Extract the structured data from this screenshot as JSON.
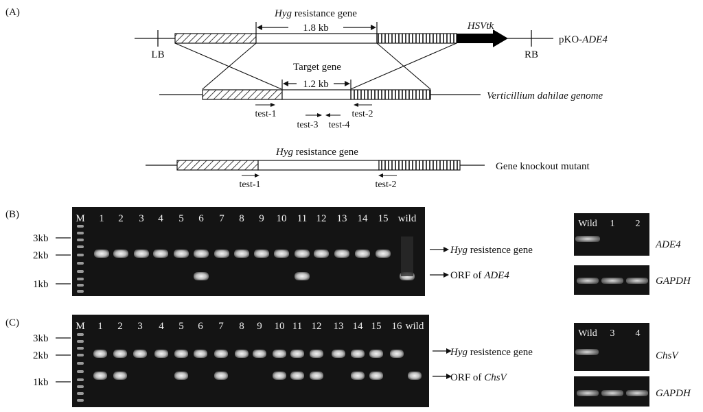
{
  "panels": {
    "a": "(A)",
    "b": "(B)",
    "c": "(C)"
  },
  "construct": {
    "hyg_title": "Hyg resistance gene",
    "size": "1.8 kb",
    "hsvtk": "HSVtk",
    "lb": "LB",
    "rb": "RB",
    "plasmid_prefix": "pKO-",
    "plasmid_gene": "ADE4"
  },
  "genome": {
    "title": "Target gene",
    "size": "1.2 kb",
    "name": "Verticillium dahilae genome",
    "primers": [
      "test-1",
      "test-2",
      "test-3",
      "test-4"
    ]
  },
  "mutant": {
    "title": "Hyg resistance gene",
    "name": "Gene knockout mutant",
    "primers": [
      "test-1",
      "test-2"
    ]
  },
  "gel_b": {
    "marker": "M",
    "lanes": [
      "1",
      "2",
      "3",
      "4",
      "5",
      "6",
      "7",
      "8",
      "9",
      "10",
      "11",
      "12",
      "13",
      "14",
      "15",
      "wild"
    ],
    "markers": [
      "3kb",
      "2kb",
      "1kb"
    ],
    "hyg_band_label": "resistence gene",
    "hyg_word": "Hyg",
    "orf_prefix": "ORF of ",
    "orf_gene": "ADE4",
    "rt_lanes": [
      "Wild",
      "1",
      "2"
    ],
    "rt_gene": "ADE4",
    "rt_control": "GAPDH"
  },
  "gel_c": {
    "marker": "M",
    "lanes": [
      "1",
      "2",
      "3",
      "4",
      "5",
      "6",
      "7",
      "8",
      "9",
      "10",
      "11",
      "12",
      "13",
      "14",
      "15",
      "16",
      "wild"
    ],
    "markers": [
      "3kb",
      "2kb",
      "1kb"
    ],
    "hyg_band_label": "resistence gene",
    "hyg_word": "Hyg",
    "orf_prefix": "ORF of ",
    "orf_gene": "ChsV",
    "rt_lanes": [
      "Wild",
      "3",
      "4"
    ],
    "rt_gene": "ChsV",
    "rt_control": "GAPDH"
  }
}
